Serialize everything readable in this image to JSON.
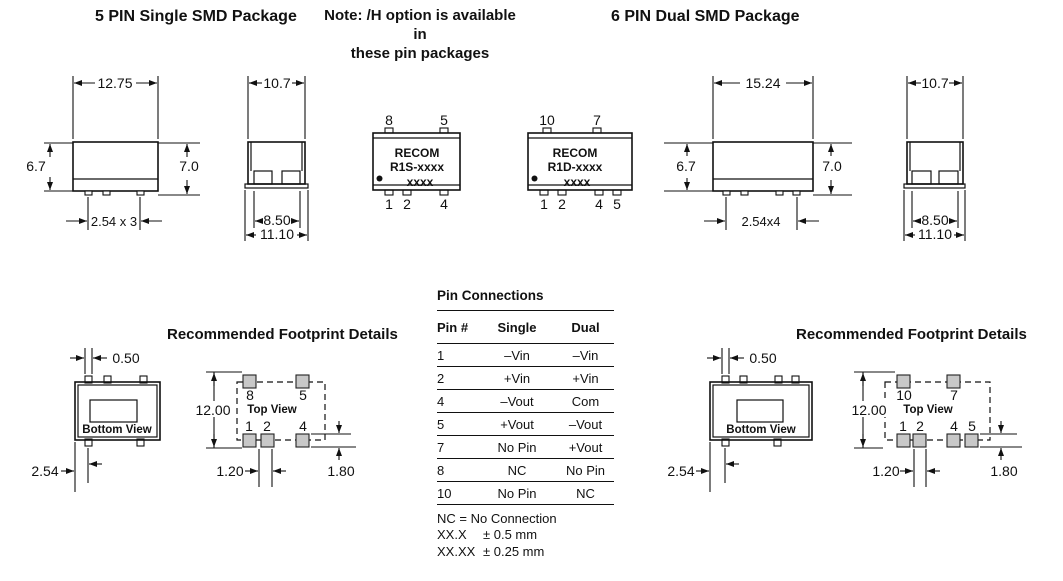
{
  "headings": {
    "single_pkg": "5 PIN Single SMD Package",
    "note_line1": "Note: /H option is available in",
    "note_line2": "these pin packages",
    "dual_pkg": "6 PIN Dual SMD Package",
    "footprint_single": "Recommended Footprint Details",
    "footprint_dual": "Recommended Footprint Details"
  },
  "single": {
    "front": {
      "body_width": "12.75",
      "height_body": "6.7",
      "height_total": "7.0",
      "pin_pitch": "2.54 x 3"
    },
    "side": {
      "body_depth": "10.7",
      "pad_span": "8.50",
      "overall_depth": "11.10"
    },
    "top": {
      "pin_top_left": "8",
      "pin_top_right": "5",
      "brand": "RECOM",
      "model": "R1S-xxxx",
      "code": "xxxx",
      "pin_b1": "1",
      "pin_b2": "2",
      "pin_b3": "4"
    }
  },
  "dual": {
    "front": {
      "body_width": "15.24",
      "height_body": "6.7",
      "height_total": "7.0",
      "pin_pitch": "2.54x4"
    },
    "side": {
      "body_depth": "10.7",
      "pad_span": "8.50",
      "overall_depth": "11.10"
    },
    "top": {
      "pin_top_left": "10",
      "pin_top_right": "7",
      "brand": "RECOM",
      "model": "R1D-xxxx",
      "code": "xxxx",
      "pin_b1": "1",
      "pin_b2": "2",
      "pin_b3": "4",
      "pin_b4": "5"
    }
  },
  "pin_table": {
    "title": "Pin Connections",
    "headers": [
      "Pin #",
      "Single",
      "Dual"
    ],
    "rows": [
      [
        "1",
        "–Vin",
        "–Vin"
      ],
      [
        "2",
        "+Vin",
        "+Vin"
      ],
      [
        "4",
        "–Vout",
        "Com"
      ],
      [
        "5",
        "+Vout",
        "–Vout"
      ],
      [
        "7",
        "No Pin",
        "+Vout"
      ],
      [
        "8",
        "NC",
        "No Pin"
      ],
      [
        "10",
        "No Pin",
        "NC"
      ]
    ],
    "note": "NC = No Connection",
    "tolerances": [
      {
        "format": "XX.X",
        "value": "± 0.5 mm"
      },
      {
        "format": "XX.XX",
        "value": "± 0.25 mm"
      }
    ]
  },
  "footprint_single": {
    "bottom_view_label": "Bottom View",
    "top_view_label": "Top View",
    "pad_width": "0.50",
    "edge_to_pin": "2.54",
    "footprint_height": "12.00",
    "pad_w": "1.20",
    "pad_h": "1.80",
    "pin_top_left": "8",
    "pin_top_right": "5",
    "pin_b1": "1",
    "pin_b2": "2",
    "pin_b3": "4"
  },
  "footprint_dual": {
    "bottom_view_label": "Bottom View",
    "top_view_label": "Top View",
    "pad_width": "0.50",
    "edge_to_pin": "2.54",
    "footprint_height": "12.00",
    "pad_w": "1.20",
    "pad_h": "1.80",
    "pin_top_left": "10",
    "pin_top_right": "7",
    "pin_b1": "1",
    "pin_b2": "2",
    "pin_b3": "4",
    "pin_b4": "5"
  }
}
